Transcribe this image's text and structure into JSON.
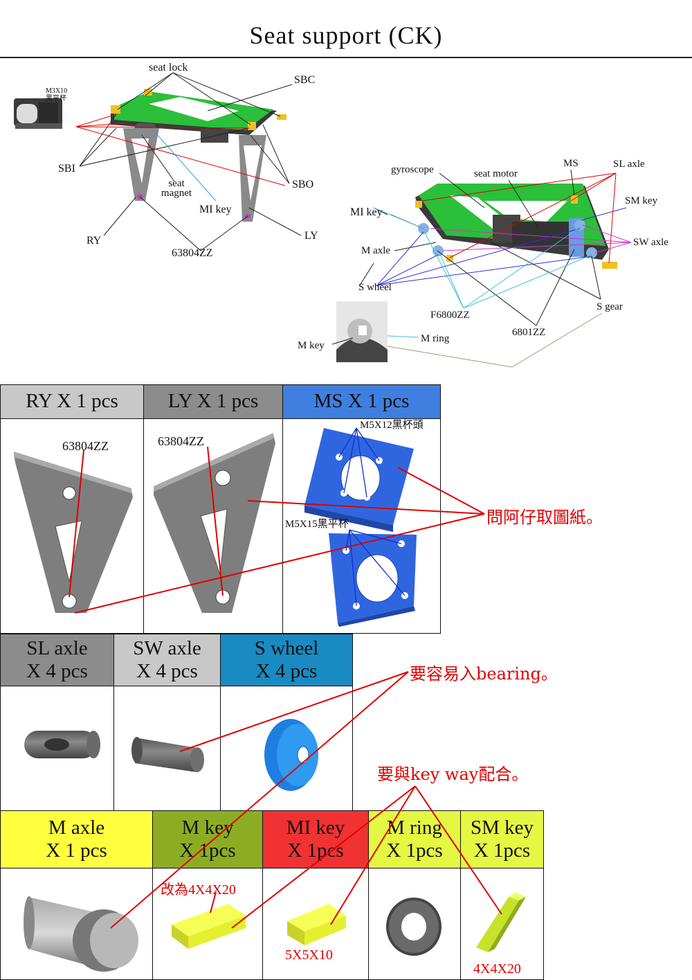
{
  "title": "Seat support (CK)",
  "assembly_labels": {
    "seat_lock": "seat lock",
    "sbc": "SBC",
    "m3x10": "M3X10",
    "m3x10_cn": "黑平杯",
    "sbi": "SBI",
    "seat_magnet": "seat\nmagnet",
    "sbo": "SBO",
    "mi_key_left": "MI key",
    "ry": "RY",
    "ly": "LY",
    "bearing_63804": "63804ZZ",
    "gyroscope": "gyroscope",
    "seat_motor": "seat motor",
    "ms": "MS",
    "sl_axle": "SL axle",
    "sm_key": "SM key",
    "mi_key_right": "MI key",
    "sw_axle": "SW axle",
    "m_axle": "M axle",
    "s_wheel": "S wheel",
    "s_gear": "S gear",
    "f6800zz": "F6800ZZ",
    "m_ring": "M ring",
    "bearing_6801": "6801ZZ",
    "m_key": "M key"
  },
  "row1": {
    "headers": [
      "RY X 1 pcs",
      "LY X 1 pcs",
      "MS X 1 pcs"
    ],
    "ry_bearing": "63804ZZ",
    "ly_bearing": "63804ZZ",
    "screw_top": "M5X12黑杯頭",
    "screw_bottom": "M5X15黑平杯"
  },
  "row2": {
    "headers": [
      "SL axle\nX 4 pcs",
      "SW axle\nX 4 pcs",
      "S wheel\nX 4 pcs"
    ]
  },
  "row3": {
    "headers": [
      "M axle\nX 1 pcs",
      "M key\nX 1pcs",
      "MI key\nX 1pcs",
      "M ring\nX 1pcs",
      "SM key\nX 1pcs"
    ],
    "m_key_change": "改為4X4X20",
    "mi_key_size": "5X5X10",
    "sm_key_size": "4X4X20"
  },
  "notes": {
    "drawings": "問阿仔取圖紙。",
    "bearing_fit": "要容易入bearing。",
    "keyway_fit": "要與key way配合。"
  },
  "colors": {
    "gray_light": "#c8c8c8",
    "gray_dark": "#8c8c8c",
    "blue": "#3f7fe0",
    "teal": "#1a8ac2",
    "yellow": "#ffff40",
    "olive": "#8cad23",
    "red": "#f03232",
    "lime": "#e4f743",
    "annot_red": "#e00000"
  }
}
